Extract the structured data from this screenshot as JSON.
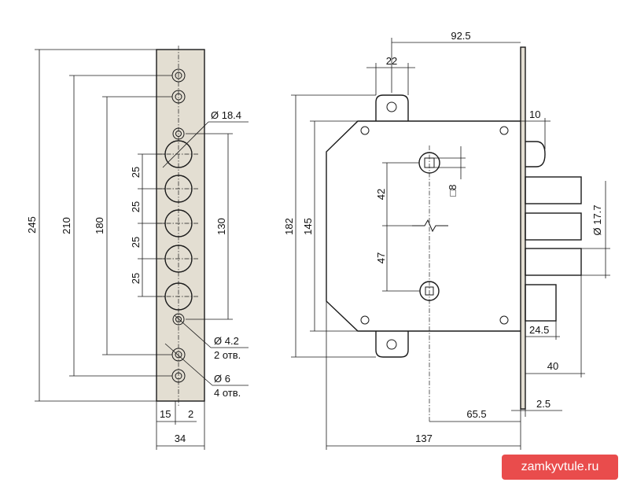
{
  "labels": {
    "total_height": "245",
    "hole_span_outer": "210",
    "hole_span_inner": "180",
    "hole_pitch": "25",
    "bolt_span": "130",
    "bolt_diameter": "Ø 18.4",
    "small_hole_diameter": "Ø 4.2",
    "small_hole_count": "2 отв.",
    "hole_diameter": "Ø 6",
    "hole_count": "4 отв.",
    "offset_15": "15",
    "offset_2": "2",
    "plate_width": "34",
    "lock_depth": "92.5",
    "bracket_width": "22",
    "faceplate_offset": "10",
    "body_height": "182",
    "body_inner_height": "145",
    "spindle_to_key_top": "42",
    "key_to_cylinder": "47",
    "spindle_square": "□8",
    "bolt_diameter_right": "Ø 17.7",
    "latch_width": "24.5",
    "latch_projection": "40",
    "backset": "65.5",
    "faceplate_thickness": "2.5",
    "body_length": "137"
  },
  "watermark": "zamkyvtule.ru",
  "colors": {
    "plate_fill": "#e3ded2",
    "watermark_bg": "#e94c4c",
    "line": "#1a1a1a"
  }
}
